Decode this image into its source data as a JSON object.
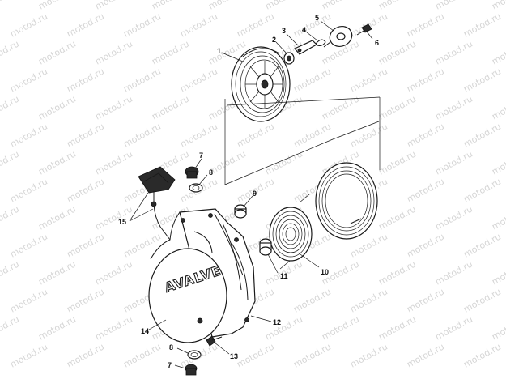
{
  "watermark": "motod.ru",
  "cover_lettering": "AVALVE",
  "callouts": {
    "c1": "1",
    "c2": "2",
    "c3": "3",
    "c4": "4",
    "c5": "5",
    "c6": "6",
    "c7a": "7",
    "c7b": "7",
    "c8a": "8",
    "c8b": "8",
    "c9": "9",
    "c10": "10",
    "c11": "11",
    "c12": "12",
    "c13": "13",
    "c14": "14",
    "c15": "15"
  },
  "colors": {
    "line": "#1a1a1a",
    "watermark": "#d6d6d6",
    "background": "#ffffff"
  }
}
